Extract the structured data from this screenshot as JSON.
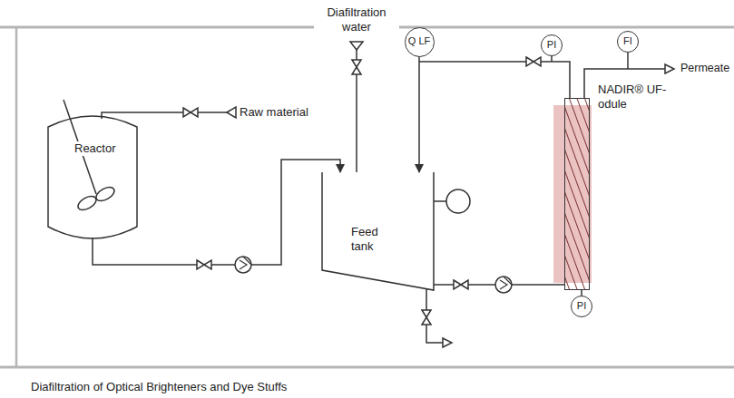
{
  "diagram": {
    "caption": "Diafiltration of Optical Brighteners and Dye Stuffs",
    "nodes": [
      {
        "text": [
          "Reactor"
        ]
      },
      {
        "text": [
          "Feed tank"
        ]
      },
      {
        "text": [
          "Q LF"
        ]
      },
      {
        "text": [
          "PI"
        ]
      },
      {
        "text": [
          "FI"
        ]
      },
      {
        "text": [
          "NADIR® UF-odule"
        ]
      },
      {
        "text": [
          "PI"
        ]
      }
    ],
    "edges": [
      {
        "from": 0,
        "to": 1,
        "arrow": "to"
      },
      {
        "from": 1,
        "to": 5,
        "arrow": "none"
      },
      {
        "from": 5,
        "to": 1,
        "arrow": "to"
      }
    ],
    "labels": [
      "Raw material",
      "Diafiltration water",
      "Permeate"
    ]
  }
}
